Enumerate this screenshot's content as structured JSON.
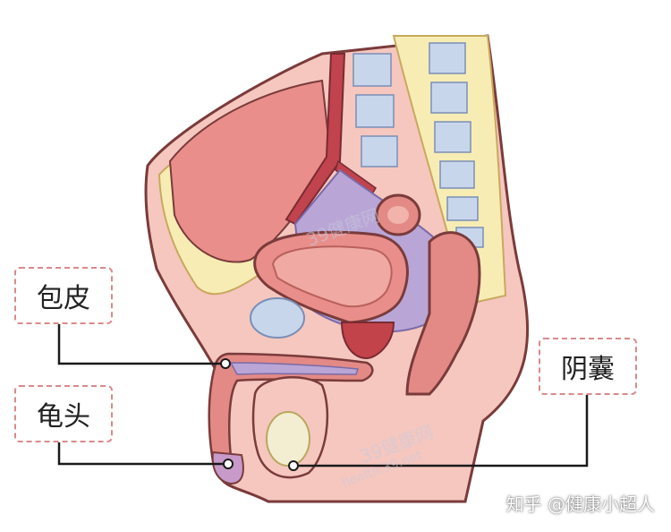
{
  "labels": {
    "foreskin": "包皮",
    "glans": "龟头",
    "scrotum": "阴囊"
  },
  "watermark": {
    "author": "知乎 @健康小超人",
    "site_logo": "39健康网",
    "site_url": "health.39.net"
  },
  "colors": {
    "label_border": "#d98a8a",
    "leader_line": "#1a1a1a",
    "outline": "#7a3b3b",
    "skin": "#f5c7bf",
    "muscle": "#e38a86",
    "bladder": "#e98e8a",
    "artery": "#c0434d",
    "vein": "#8b7cc4",
    "bone": "#f5e7b0",
    "vertebra": "#c8d6ec",
    "fat": "#f7edb4",
    "testis": "#f3eed2"
  }
}
